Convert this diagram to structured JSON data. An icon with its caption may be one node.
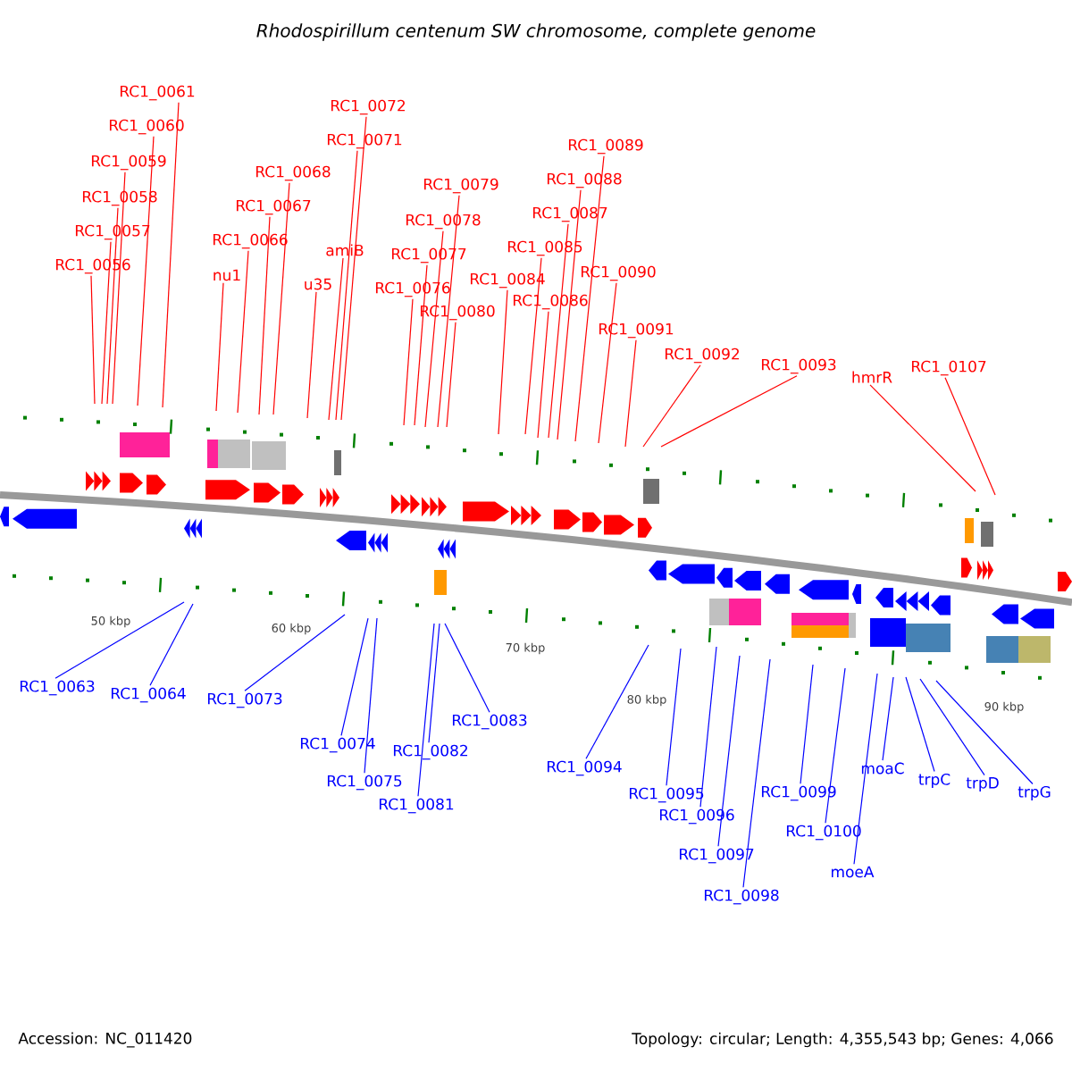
{
  "diagram": {
    "title": "Rhodospirillum centenum SW chromosome, complete genome",
    "nodes": [
      {
        "text": [
          "RC1_0056"
        ]
      },
      {
        "text": [
          "RC1_0057"
        ]
      },
      {
        "text": [
          "RC1_0058"
        ]
      },
      {
        "text": [
          "RC1_0059"
        ]
      },
      {
        "text": [
          "RC1_0060"
        ]
      },
      {
        "text": [
          "RC1_0061"
        ]
      },
      {
        "text": [
          "nu1"
        ]
      },
      {
        "text": [
          "RC1_0066"
        ]
      },
      {
        "text": [
          "RC1_0067"
        ]
      },
      {
        "text": [
          "RC1_0068"
        ]
      },
      {
        "text": [
          "u35"
        ]
      },
      {
        "text": [
          "amiB"
        ]
      },
      {
        "text": [
          "RC1_0071"
        ]
      },
      {
        "text": [
          "RC1_0072"
        ]
      },
      {
        "text": [
          "RC1_0076"
        ]
      },
      {
        "text": [
          "RC1_0077"
        ]
      },
      {
        "text": [
          "RC1_0078"
        ]
      },
      {
        "text": [
          "RC1_0079"
        ]
      },
      {
        "text": [
          "RC1_0080"
        ]
      },
      {
        "text": [
          "RC1_0084"
        ]
      },
      {
        "text": [
          "RC1_0085"
        ]
      },
      {
        "text": [
          "RC1_0086"
        ]
      },
      {
        "text": [
          "RC1_0087"
        ]
      },
      {
        "text": [
          "RC1_0088"
        ]
      },
      {
        "text": [
          "RC1_0089"
        ]
      },
      {
        "text": [
          "RC1_0090"
        ]
      },
      {
        "text": [
          "RC1_0091"
        ]
      },
      {
        "text": [
          "RC1_0092"
        ]
      },
      {
        "text": [
          "RC1_0093"
        ]
      },
      {
        "text": [
          "hmrR"
        ]
      },
      {
        "text": [
          "RC1_0107"
        ]
      },
      {
        "text": [
          "RC1_0063"
        ]
      },
      {
        "text": [
          "RC1_0064"
        ]
      },
      {
        "text": [
          "RC1_0073"
        ]
      },
      {
        "text": [
          "RC1_0074"
        ]
      },
      {
        "text": [
          "RC1_0075"
        ]
      },
      {
        "text": [
          "RC1_0081"
        ]
      },
      {
        "text": [
          "RC1_0082"
        ]
      },
      {
        "text": [
          "RC1_0083"
        ]
      },
      {
        "text": [
          "RC1_0094"
        ]
      },
      {
        "text": [
          "RC1_0095"
        ]
      },
      {
        "text": [
          "RC1_0096"
        ]
      },
      {
        "text": [
          "RC1_0097"
        ]
      },
      {
        "text": [
          "RC1_0098"
        ]
      },
      {
        "text": [
          "RC1_0099"
        ]
      },
      {
        "text": [
          "RC1_0100"
        ]
      },
      {
        "text": [
          "moeA"
        ]
      },
      {
        "text": [
          "moaC"
        ]
      },
      {
        "text": [
          "trpC"
        ]
      },
      {
        "text": [
          "trpD"
        ]
      },
      {
        "text": [
          "trpG"
        ]
      }
    ],
    "edges": [
      {
        "from": 0,
        "to": null,
        "arrow": "none"
      },
      {
        "from": 1,
        "to": null,
        "arrow": "none"
      },
      {
        "from": 2,
        "to": null,
        "arrow": "none"
      },
      {
        "from": 3,
        "to": null,
        "arrow": "none"
      },
      {
        "from": 4,
        "to": null,
        "arrow": "none"
      },
      {
        "from": 5,
        "to": null,
        "arrow": "none"
      },
      {
        "from": 6,
        "to": null,
        "arrow": "none"
      },
      {
        "from": 7,
        "to": null,
        "arrow": "none"
      },
      {
        "from": 8,
        "to": null,
        "arrow": "none"
      },
      {
        "from": 9,
        "to": null,
        "arrow": "none"
      },
      {
        "from": 10,
        "to": null,
        "arrow": "none"
      },
      {
        "from": 11,
        "to": null,
        "arrow": "none"
      },
      {
        "from": 12,
        "to": null,
        "arrow": "none"
      },
      {
        "from": 13,
        "to": null,
        "arrow": "none"
      },
      {
        "from": 14,
        "to": null,
        "arrow": "none"
      },
      {
        "from": 15,
        "to": null,
        "arrow": "none"
      },
      {
        "from": 16,
        "to": null,
        "arrow": "none"
      },
      {
        "from": 17,
        "to": null,
        "arrow": "none"
      },
      {
        "from": 18,
        "to": null,
        "arrow": "none"
      },
      {
        "from": 19,
        "to": null,
        "arrow": "none"
      },
      {
        "from": 20,
        "to": null,
        "arrow": "none"
      },
      {
        "from": 21,
        "to": null,
        "arrow": "none"
      },
      {
        "from": 22,
        "to": null,
        "arrow": "none"
      },
      {
        "from": 23,
        "to": null,
        "arrow": "none"
      },
      {
        "from": 24,
        "to": null,
        "arrow": "none"
      },
      {
        "from": 25,
        "to": null,
        "arrow": "none"
      },
      {
        "from": 26,
        "to": null,
        "arrow": "none"
      },
      {
        "from": 27,
        "to": null,
        "arrow": "none"
      },
      {
        "from": 28,
        "to": null,
        "arrow": "none"
      },
      {
        "from": 29,
        "to": null,
        "arrow": "none"
      },
      {
        "from": 30,
        "to": null,
        "arrow": "none"
      },
      {
        "from": 31,
        "to": null,
        "arrow": "none",
        "color": "#0000ff"
      },
      {
        "from": 32,
        "to": null,
        "arrow": "none",
        "color": "#0000ff"
      },
      {
        "from": 33,
        "to": null,
        "arrow": "none",
        "color": "#0000ff"
      },
      {
        "from": 34,
        "to": null,
        "arrow": "none",
        "color": "#0000ff"
      },
      {
        "from": 35,
        "to": null,
        "arrow": "none",
        "color": "#0000ff"
      },
      {
        "from": 36,
        "to": null,
        "arrow": "none",
        "color": "#0000ff"
      },
      {
        "from": 37,
        "to": null,
        "arrow": "none",
        "color": "#0000ff"
      },
      {
        "from": 38,
        "to": null,
        "arrow": "none",
        "color": "#0000ff"
      },
      {
        "from": 39,
        "to": null,
        "arrow": "none",
        "color": "#0000ff"
      },
      {
        "from": 40,
        "to": null,
        "arrow": "none",
        "color": "#0000ff"
      },
      {
        "from": 41,
        "to": null,
        "arrow": "none",
        "color": "#0000ff"
      },
      {
        "from": 42,
        "to": null,
        "arrow": "none",
        "color": "#0000ff"
      },
      {
        "from": 43,
        "to": null,
        "arrow": "none",
        "color": "#0000ff"
      },
      {
        "from": 44,
        "to": null,
        "arrow": "none",
        "color": "#0000ff"
      },
      {
        "from": 45,
        "to": null,
        "arrow": "none",
        "color": "#0000ff"
      },
      {
        "from": 46,
        "to": null,
        "arrow": "none",
        "color": "#0000ff"
      },
      {
        "from": 47,
        "to": null,
        "arrow": "none",
        "color": "#0000ff"
      },
      {
        "from": 48,
        "to": null,
        "arrow": "none",
        "color": "#0000ff"
      },
      {
        "from": 49,
        "to": null,
        "arrow": "none",
        "color": "#0000ff"
      },
      {
        "from": 50,
        "to": null,
        "arrow": "none",
        "color": "#0000ff"
      }
    ],
    "labels": [
      "50 kbp",
      "60 kbp",
      "70 kbp",
      "80 kbp",
      "90 kbp",
      "Accession: NC_011420",
      "Topology: circular; Length: 4,355,543 bp; Genes: 4,066"
    ]
  }
}
